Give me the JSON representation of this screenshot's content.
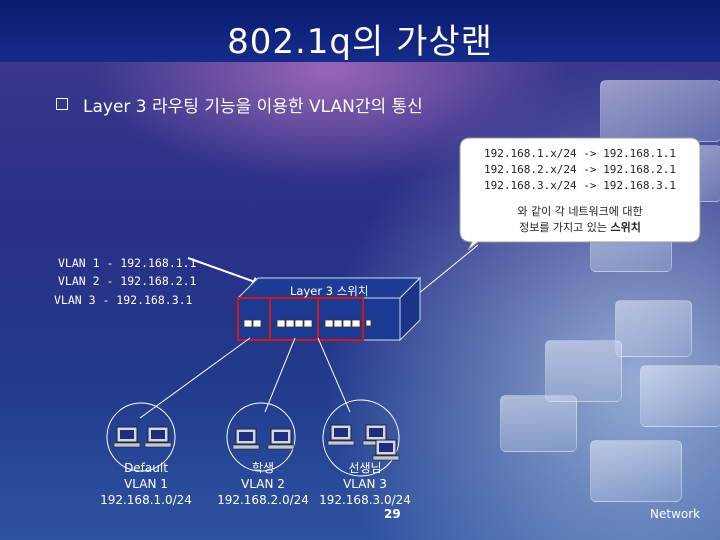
{
  "title": "802.1q의 가상랜",
  "bullet": "Layer 3 라우팅 기능을 이용한 VLAN간의 통신",
  "callout": {
    "lines": [
      "192.168.1.x/24 -> 192.168.1.1",
      "192.168.2.x/24 -> 192.168.2.1",
      "192.168.3.x/24 -> 192.168.3.1"
    ],
    "note_line1": "와 같이 각 네트워크에 대한",
    "note_line2_prefix": "정보를 가지고 있는 ",
    "note_line2_bold": "스위치"
  },
  "vlan_labels": [
    "VLAN 1 - 192.168.1.1",
    "VLAN 2 - 192.168.2.1",
    "VLAN 3 - 192.168.3.1"
  ],
  "switch_label": "Layer 3 스위치",
  "groups": [
    {
      "name": "Default",
      "vlan": "VLAN 1",
      "subnet": "192.168.1.0/24"
    },
    {
      "name": "학생",
      "vlan": "VLAN 2",
      "subnet": "192.168.2.0/24"
    },
    {
      "name": "선생님",
      "vlan": "VLAN 3",
      "subnet": "192.168.3.0/24"
    }
  ],
  "page_number": "29",
  "footer": "Network",
  "colors": {
    "title_bar": "#0a1b6e",
    "port_highlight": "#cc1a1a",
    "callout_bg": "#ffffff"
  }
}
